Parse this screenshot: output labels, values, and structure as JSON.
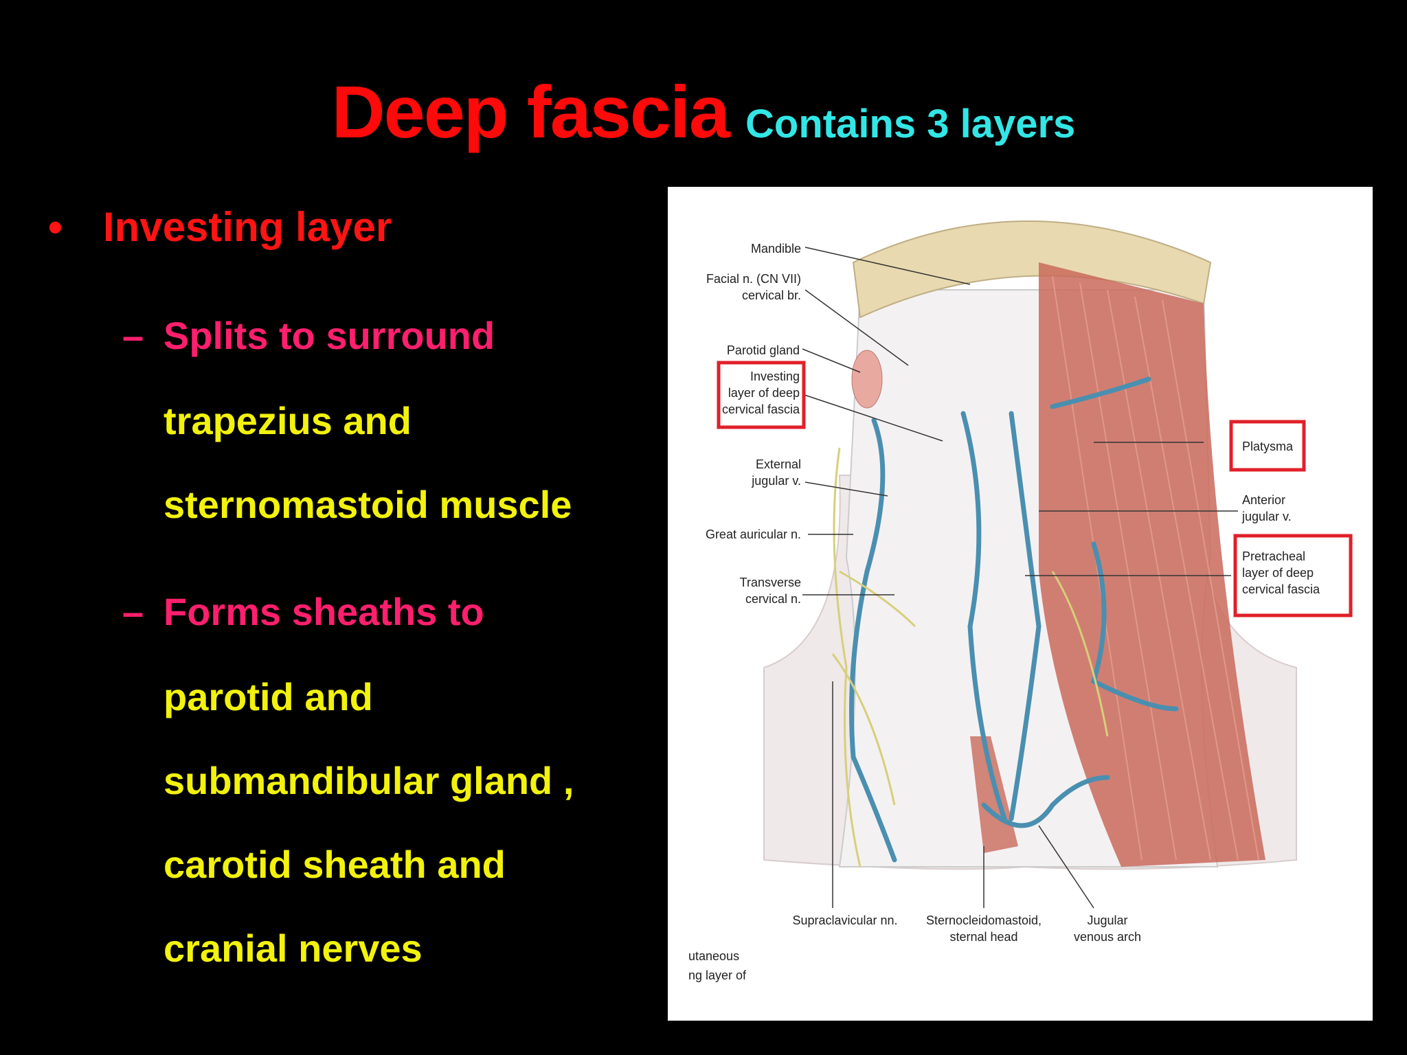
{
  "slide": {
    "title": "Deep fascia",
    "subtitle": "Contains 3 layers"
  },
  "bullets": {
    "marker": "•",
    "level1": "Investing layer",
    "sub1": {
      "dash": "–",
      "first": "Splits to surround",
      "lines": [
        "trapezius and",
        "sternomastoid muscle"
      ]
    },
    "sub2": {
      "dash": "–",
      "first": "Forms sheaths to",
      "lines": [
        "parotid and",
        "submandibular gland ,",
        "carotid sheath and",
        "cranial nerves"
      ]
    }
  },
  "figure": {
    "labels": {
      "mandible": "Mandible",
      "facial_1": "Facial n. (CN VII)",
      "facial_2": "cervical br.",
      "parotid": "Parotid gland",
      "investing_1": "Investing",
      "investing_2": "layer of deep",
      "investing_3": "cervical fascia",
      "ext_jug_1": "External",
      "ext_jug_2": "jugular v.",
      "great_aur": "Great auricular n.",
      "transverse_1": "Transverse",
      "transverse_2": "cervical n.",
      "platysma": "Platysma",
      "ant_jug_1": "Anterior",
      "ant_jug_2": "jugular v.",
      "pretracheal_1": "Pretracheal",
      "pretracheal_2": "layer of deep",
      "pretracheal_3": "cervical fascia",
      "supraclav": "Supraclavicular nn.",
      "scm_1": "Sternocleidomastoid,",
      "scm_2": "sternal head",
      "jug_arch_1": "Jugular",
      "jug_arch_2": "venous arch",
      "cut_1": "utaneous",
      "cut_2": "ng layer of"
    },
    "colors": {
      "highlight_box": "#e0202a",
      "vein": "#4a8fb0",
      "muscle": "#c96a5a",
      "bone": "#e9d9b0",
      "skin": "#f1ecec"
    }
  }
}
